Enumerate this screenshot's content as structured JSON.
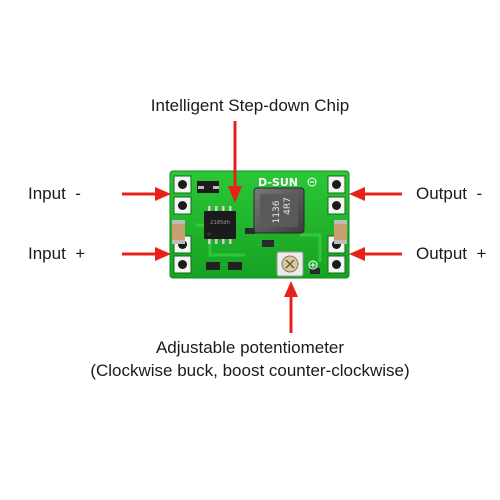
{
  "labels": {
    "title": "Intelligent Step-down Chip",
    "input_neg": "Input  -",
    "input_pos": "Input  +",
    "output_neg": "Output  -",
    "output_pos": "Output  +",
    "pot_line1": "Adjustable potentiometer",
    "pot_line2": "(Clockwise buck, boost counter-clockwise)"
  },
  "board": {
    "brand": "D-SUN",
    "inductor_code_1": "4R7",
    "inductor_code_2": "1136",
    "chip_marking": "2105dh"
  },
  "colors": {
    "pcb": "#1fb52c",
    "arrow": "#e8201c",
    "text": "#1a1a1a"
  }
}
